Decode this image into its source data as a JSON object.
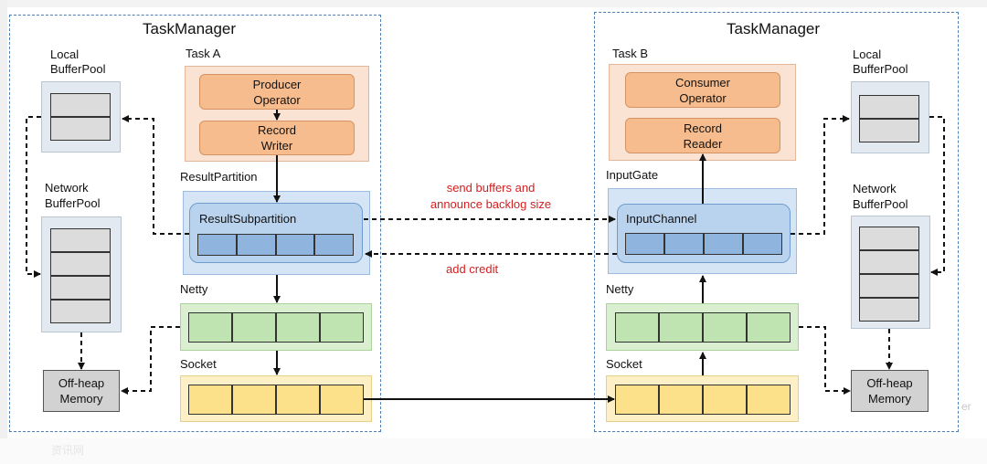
{
  "left": {
    "title": "TaskManager",
    "task_label": "Task A",
    "operator": "Producer\nOperator",
    "writer": "Record\nWriter",
    "partition_label": "ResultPartition",
    "subpartition_label": "ResultSubpartition",
    "netty_label": "Netty",
    "socket_label": "Socket",
    "local_pool_label": "Local\nBufferPool",
    "network_pool_label": "Network\nBufferPool",
    "memory_label": "Off-heap\nMemory"
  },
  "right": {
    "title": "TaskManager",
    "task_label": "Task B",
    "operator": "Consumer\nOperator",
    "reader": "Record\nReader",
    "gate_label": "InputGate",
    "channel_label": "InputChannel",
    "netty_label": "Netty",
    "socket_label": "Socket",
    "local_pool_label": "Local\nBufferPool",
    "network_pool_label": "Network\nBufferPool",
    "memory_label": "Off-heap\nMemory"
  },
  "messages": {
    "send": "send buffers and\nannounce backlog size",
    "credit": "add credit"
  },
  "colors": {
    "frame": "#4f7fb3",
    "red_text": "#d32020",
    "operator": "#f7bc8d",
    "task": "#fbe3d3",
    "partition": "#d5e5f6",
    "buffer_blue": "#8fb4de",
    "netty_green": "#bfe4b2",
    "socket_yellow": "#fde08a",
    "pool": "#e2e9f1",
    "memory": "#d2d2d2"
  }
}
